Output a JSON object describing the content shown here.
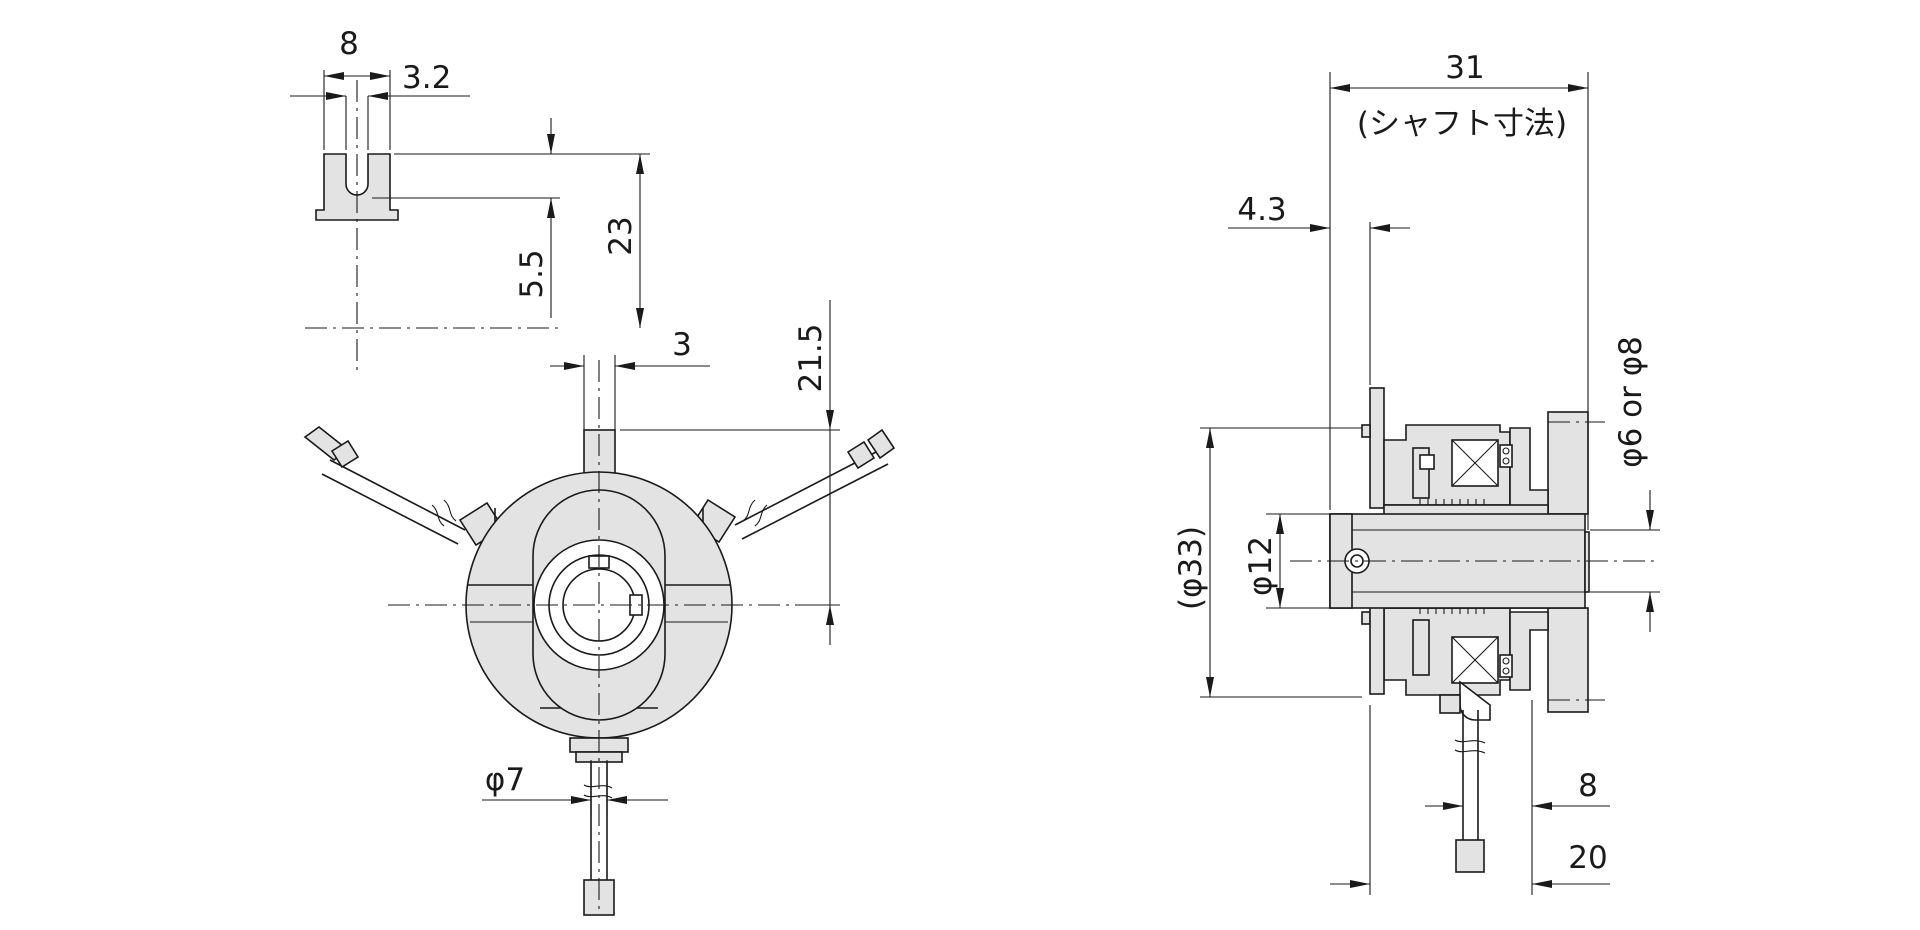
{
  "dimensions": {
    "left_top_width": "8",
    "left_top_slot": "3.2",
    "left_top_slot_depth": "5.5",
    "left_top_height": "23",
    "key_width": "3",
    "key_offset": "21.5",
    "cable_dia": "φ7",
    "overall_shaft_length": "31",
    "shaft_note": "(シャフト寸法)",
    "flange_offset": "4.3",
    "shaft_dia": "φ6 or φ8",
    "body_dia": "(φ33)",
    "bore_dia": "φ12",
    "cable_offset": "8",
    "cable_base_offset": "20"
  },
  "colors": {
    "part_fill": "#e3e3e3",
    "line": "#1a1a1a",
    "background": "#ffffff"
  }
}
